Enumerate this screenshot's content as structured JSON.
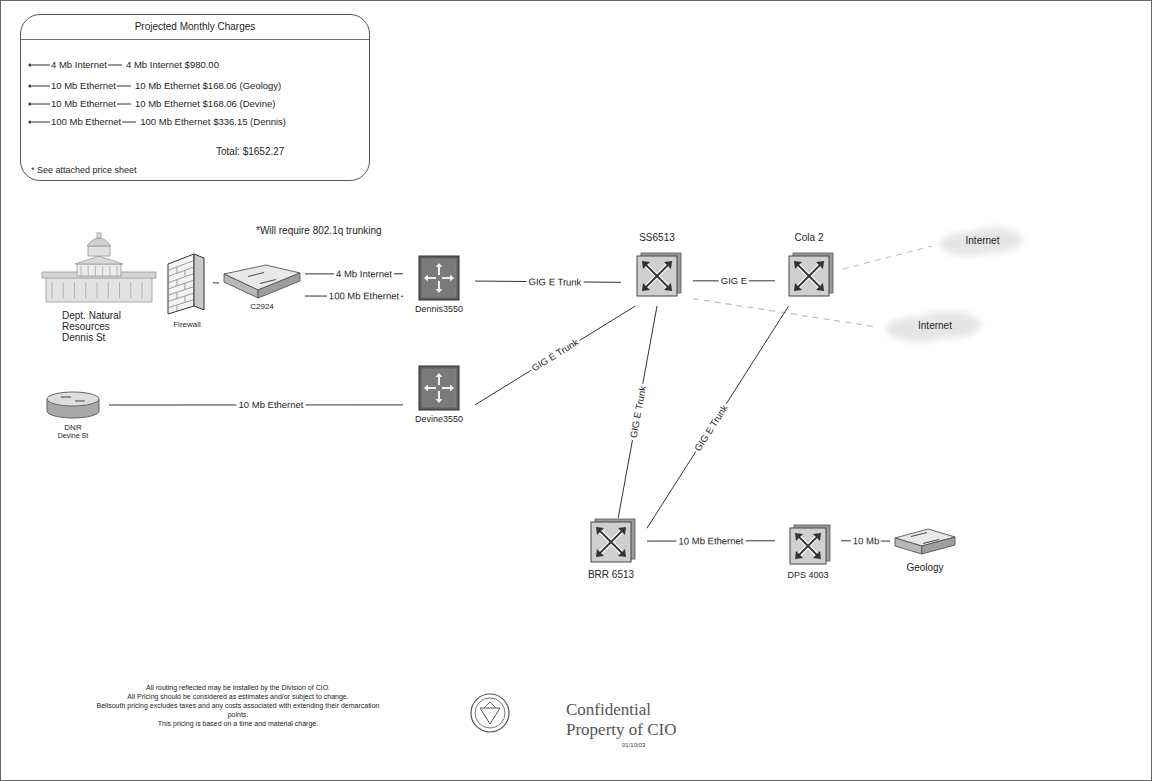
{
  "diagram": {
    "nodes": [
      {
        "text": [
          "Projected Monthly Charges",
          "* See attached price sheet",
          "Total: $1652.27"
        ]
      },
      {
        "text": [
          "Dept. Natural Resources Dennis St"
        ]
      },
      {
        "text": [
          "Firewall"
        ]
      },
      {
        "text": [
          "C2924"
        ]
      },
      {
        "text": [
          "Dennis3550"
        ]
      },
      {
        "text": [
          "SS6513"
        ]
      },
      {
        "text": [
          "Cola 2"
        ]
      },
      {
        "text": [
          "Internet"
        ]
      },
      {
        "text": [
          "Internet"
        ]
      },
      {
        "text": [
          "DNR",
          "Devine St"
        ]
      },
      {
        "text": [
          "Devine3550"
        ]
      },
      {
        "text": [
          "BRR 6513"
        ]
      },
      {
        "text": [
          "DPS 4003"
        ]
      },
      {
        "text": [
          "Geology"
        ]
      }
    ],
    "edges": [
      {
        "from": 2,
        "to": 3,
        "arrow": "none"
      },
      {
        "from": 3,
        "to": 4,
        "label": "4 Mb Internet",
        "arrow": "none"
      },
      {
        "from": 3,
        "to": 4,
        "label": "100 Mb Ethernet",
        "arrow": "none"
      },
      {
        "from": 4,
        "to": 5,
        "label": "GIG E Trunk",
        "arrow": "none"
      },
      {
        "from": 5,
        "to": 6,
        "label": "GIG E",
        "arrow": "none"
      },
      {
        "from": 6,
        "to": 7,
        "arrow": "none"
      },
      {
        "from": 5,
        "to": 8,
        "arrow": "none"
      },
      {
        "from": 9,
        "to": 10,
        "label": "10 Mb Ethernet",
        "arrow": "none"
      },
      {
        "from": 10,
        "to": 5,
        "label": "GIG E Trunk",
        "arrow": "none"
      },
      {
        "from": 5,
        "to": 11,
        "label": "GIG E Trunk",
        "arrow": "none"
      },
      {
        "from": 6,
        "to": 11,
        "label": "GIG E Trunk",
        "arrow": "none"
      },
      {
        "from": 11,
        "to": 12,
        "label": "10 Mb Ethernet",
        "arrow": "none"
      },
      {
        "from": 12,
        "to": 13,
        "label": "10 Mb",
        "arrow": "none"
      }
    ],
    "labels": [
      "4 Mb Internet $980.00",
      "10 Mb Ethernet $168.06 (Geology)",
      "10 Mb Ethernet $168.06 (Devine)",
      "100 Mb Ethernet $336.15 (Dennis)",
      "*Will require 802.1q trunking",
      "All routing reflected may be installed by the Division of CIO.",
      "All Pricing should be considered as estimates and/or subject to change.",
      "Bellsouth pricing excludes taxes and any costs associated with extending their demarcation points.",
      "This pricing is based on a time and material charge.",
      "Confidential Property of CIO",
      "01/10/03"
    ],
    "legend": [
      {
        "text": "4 Mb Internet"
      },
      {
        "text": "10 Mb Ethernet"
      },
      {
        "text": "10 Mb Ethernet"
      },
      {
        "text": "100 Mb Ethernet"
      }
    ]
  }
}
